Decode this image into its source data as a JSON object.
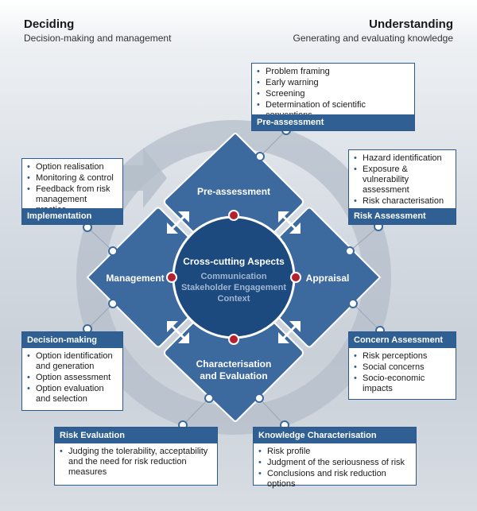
{
  "header": {
    "left_title": "Deciding",
    "left_subtitle": "Decision-making and management",
    "right_title": "Understanding",
    "right_subtitle": "Generating and evaluating knowledge"
  },
  "center": {
    "title": "Cross-cutting Aspects",
    "items": [
      "Communication",
      "Stakeholder Engagement",
      "Context"
    ]
  },
  "segments": {
    "pre_assessment": "Pre-assessment",
    "appraisal": "Appraisal",
    "characterisation": [
      "Characterisation",
      "and Evaluation"
    ],
    "management": "Management"
  },
  "boxes": {
    "pre_assessment": {
      "title": "Pre-assessment",
      "items": [
        "Problem framing",
        "Early warning",
        "Screening",
        "Determination of scientific conventions"
      ]
    },
    "risk_assessment": {
      "title": "Risk Assessment",
      "items": [
        "Hazard identification",
        "Exposure & vulnerability assessment",
        "Risk characterisation"
      ]
    },
    "concern_assessment": {
      "title": "Concern Assessment",
      "items": [
        "Risk perceptions",
        "Social concerns",
        "Socio-economic impacts"
      ]
    },
    "knowledge_characterisation": {
      "title": "Knowledge Characterisation",
      "items": [
        "Risk profile",
        "Judgment of the seriousness of risk",
        "Conclusions and risk reduction options"
      ]
    },
    "risk_evaluation": {
      "title": "Risk Evaluation",
      "items": [
        "Judging the tolerability, acceptability and the need for risk reduction measures"
      ]
    },
    "decision_making": {
      "title": "Decision-making",
      "items": [
        "Option identification and generation",
        "Option assessment",
        "Option evaluation and selection"
      ]
    },
    "implementation": {
      "title": "Implementation",
      "items": [
        "Option realisation",
        "Monitoring & control",
        "Feedback from risk management practice"
      ]
    }
  },
  "colors": {
    "segment": "#3d6a9e",
    "bar": "#2f5f93",
    "center_bg": "#1d4a7e",
    "center_items": "#9fb6d3",
    "accent_dot": "#b5202e",
    "ring": "#a8b3bf"
  }
}
